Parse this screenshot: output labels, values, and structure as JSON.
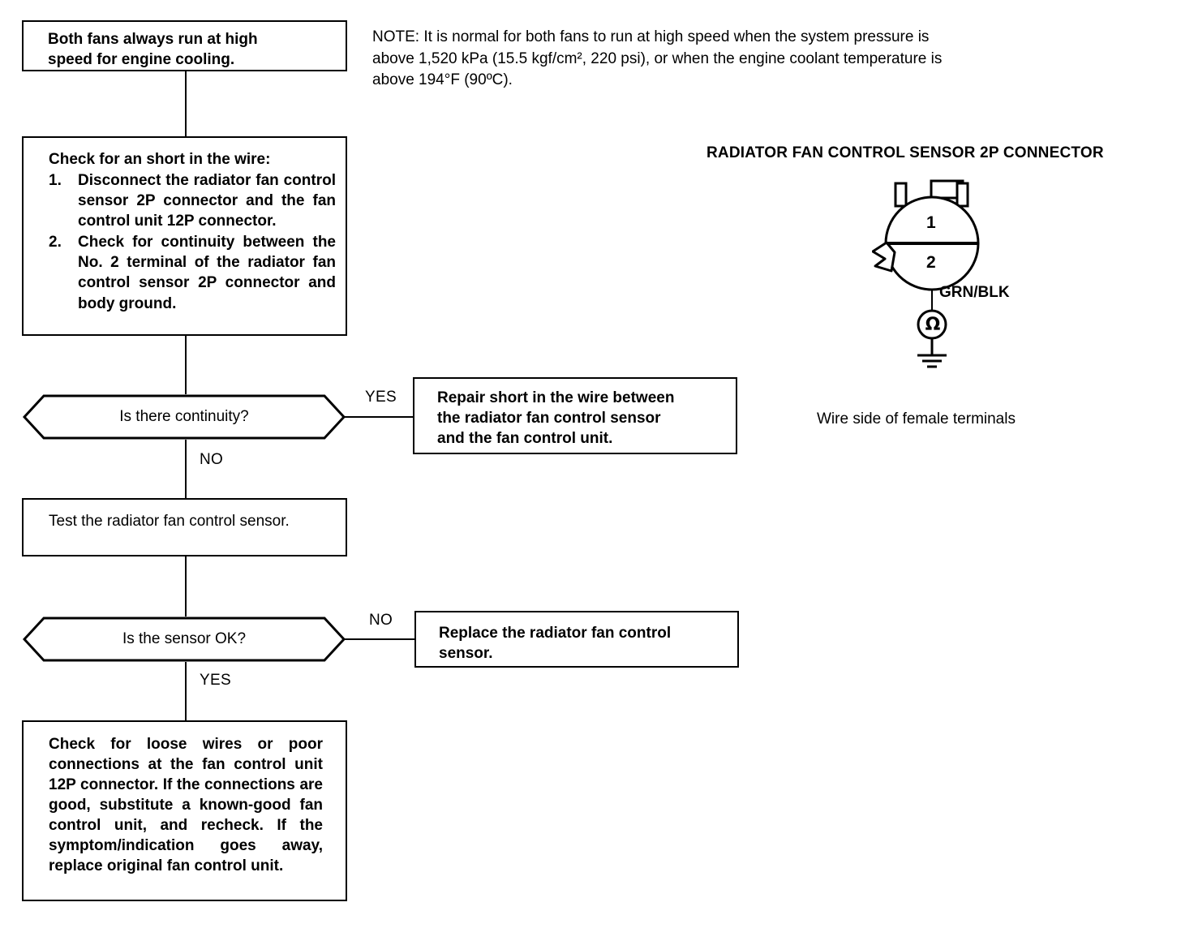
{
  "note": {
    "text": "NOTE: It is normal for both fans to run at high speed when the system pressure is\nabove 1,520 kPa (15.5 kgf/cm², 220 psi), or when the engine coolant temperature is\nabove 194°F (90ºC)."
  },
  "flow": {
    "box_symptom": {
      "line1": "Both fans always run at high",
      "line2": "speed for engine cooling."
    },
    "box_check_short": {
      "heading": "Check for an short in the wire:",
      "steps": [
        {
          "num": "1.",
          "text": "Disconnect the radiator fan control sensor 2P connector and the fan control unit 12P connector."
        },
        {
          "num": "2.",
          "text": "Check for continuity between the No. 2 terminal of the radiator fan control sensor 2P connector and body ground."
        }
      ]
    },
    "decision_continuity": {
      "question": "Is there continuity?",
      "yes_label": "YES",
      "no_label": "NO"
    },
    "box_repair_short": {
      "line1": "Repair short in the wire between",
      "line2": "the radiator fan control sensor",
      "line3": "and the fan control unit."
    },
    "box_test_sensor": {
      "text": "Test the radiator fan control sensor."
    },
    "decision_sensor_ok": {
      "question": "Is the sensor OK?",
      "no_label": "NO",
      "yes_label": "YES"
    },
    "box_replace_sensor": {
      "line1": "Replace the radiator fan control",
      "line2": "sensor."
    },
    "box_loose_wires": {
      "text": "Check for loose wires or poor connections at the fan control unit 12P connector. If the connections are good, substitute a known-good fan control unit, and recheck. If the symptom/indication goes away, replace original fan control unit."
    }
  },
  "connector": {
    "title": "RADIATOR FAN CONTROL SENSOR 2P CONNECTOR",
    "pin1": "1",
    "pin2": "2",
    "wire_label": "GRN/BLK",
    "meter_symbol": "Ω",
    "caption": "Wire side of female terminals"
  },
  "colors": {
    "ink": "#000000",
    "paper": "#ffffff"
  }
}
